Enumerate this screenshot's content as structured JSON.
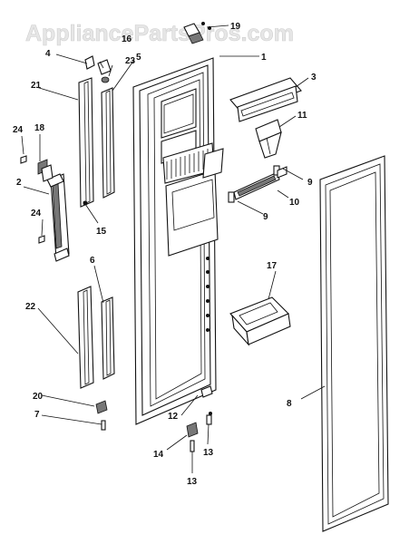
{
  "watermark": "AppliancePartsPros.com",
  "callouts": {
    "c1": "1",
    "c2": "2",
    "c3": "3",
    "c4": "4",
    "c5": "5",
    "c6": "6",
    "c7": "7",
    "c8": "8",
    "c9a": "9",
    "c9b": "9",
    "c10": "10",
    "c11": "11",
    "c12": "12",
    "c13a": "13",
    "c13b": "13",
    "c14": "14",
    "c15": "15",
    "c16": "16",
    "c17": "17",
    "c18": "18",
    "c19": "19",
    "c20": "20",
    "c21": "21",
    "c22": "22",
    "c23": "23",
    "c24a": "24",
    "c24b": "24"
  }
}
